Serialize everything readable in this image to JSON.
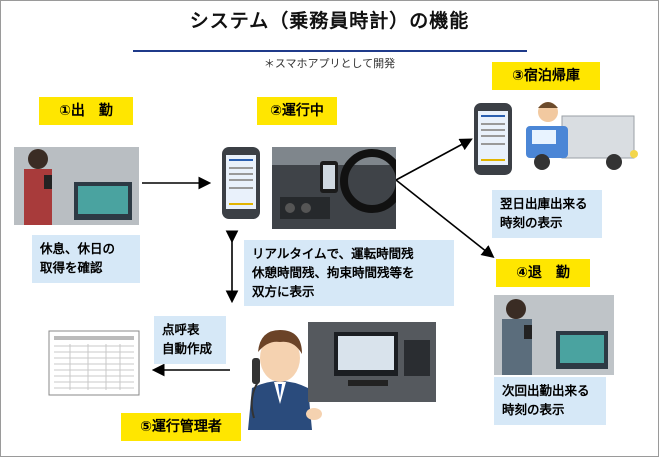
{
  "title": "システム（乗務員時計）の機能",
  "subtitle": "＊スマホアプリとして開発",
  "steps": {
    "s1": "①出　勤",
    "s2": "②運行中",
    "s3": "③宿泊帰庫",
    "s4": "④退　勤",
    "s5": "⑤運行管理者"
  },
  "notes": {
    "kyusoku": [
      "休息、休日の",
      "取得を確認"
    ],
    "realtime": [
      "リアルタイムで、運転時間残",
      "休憩時間残、拘束時間残等を",
      "双方に表示"
    ],
    "yokujitsu": [
      "翌日出庫出来る",
      "時刻の表示"
    ],
    "jikai": [
      "次回出勤出来る",
      "時刻の表示"
    ],
    "tenko": [
      "点呼表",
      "自動作成"
    ]
  },
  "colors": {
    "badge": "#ffe600",
    "info_box": "#d6e8f7",
    "title_rule": "#1f3a8a"
  }
}
